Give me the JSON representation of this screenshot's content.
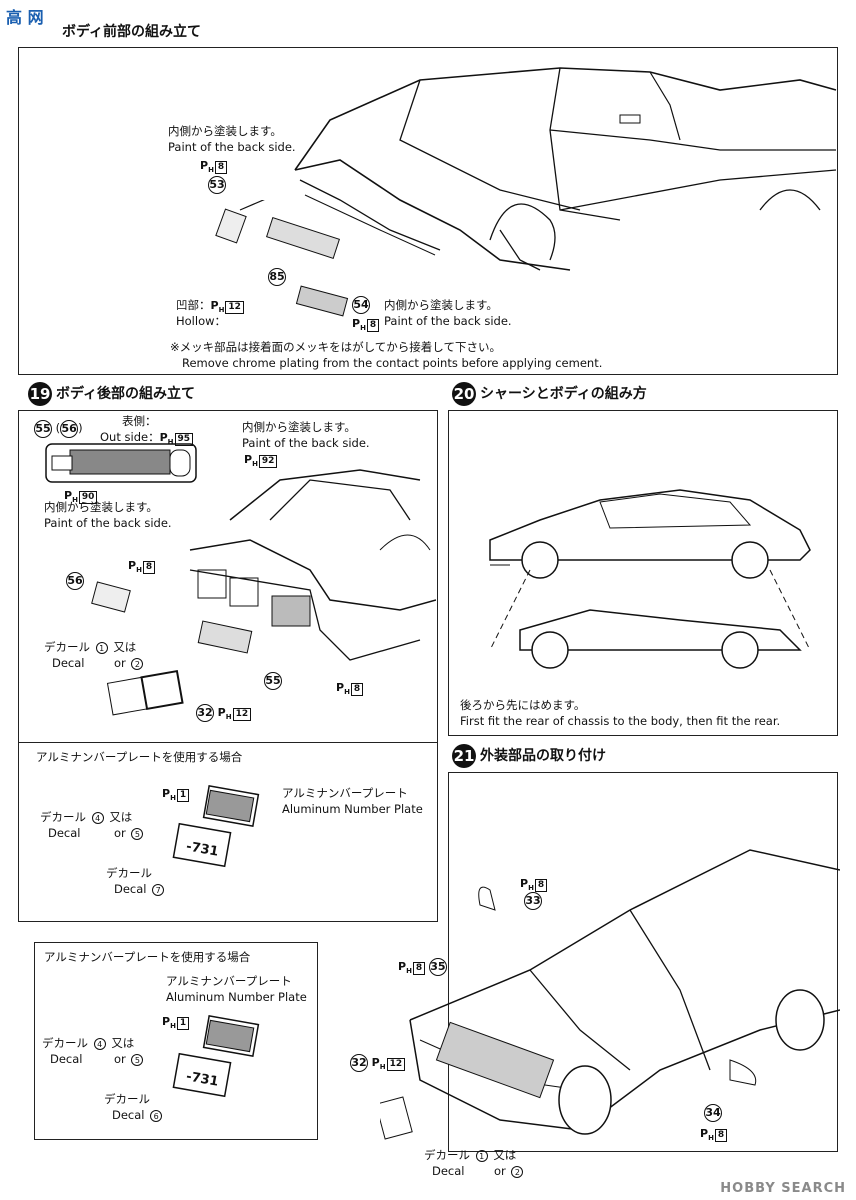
{
  "corner_logo": "高 网",
  "watermark": "HOBBY SEARCH",
  "step18": {
    "title": "ボディ前部の組み立て",
    "note1_ja": "内側から塗装します。",
    "note1_en": "Paint of the back side.",
    "ph1": "8",
    "part53": "53",
    "part85": "85",
    "hollow_ja": "凹部：",
    "hollow_en": "Hollow：",
    "ph_hollow": "12",
    "part54": "54",
    "note2_ja": "内側から塗装します。",
    "note2_en": "Paint of the back side.",
    "ph2": "8",
    "chrome_ja": "※メッキ部品は接着面のメッキをはがしてから接着して下さい。",
    "chrome_en": "Remove chrome plating from the contact points before applying cement."
  },
  "step19": {
    "number": "19",
    "title": "ボディ後部の組み立て",
    "parts_label": "55",
    "parts_alt": "56",
    "outside_ja": "表側：",
    "outside_en": "Out side：",
    "ph_out": "95",
    "back_ja": "内側から塗装します。",
    "back_en": "Paint of the back side.",
    "ph_92": "92",
    "ph_90": "90",
    "back2_ja": "内側から塗装します。",
    "back2_en": "Paint of the back side.",
    "ph_8a": "8",
    "part56": "56",
    "decal_ja": "デカール",
    "decal_en": "Decal",
    "decal_1": "1",
    "or_ja": "又は",
    "or_en": "or",
    "decal_2": "2",
    "part55": "55",
    "ph_8b": "8",
    "part32": "32",
    "ph_12": "12"
  },
  "alu1": {
    "title": "アルミナンバープレートを使用する場合",
    "ph": "1",
    "plate_ja": "アルミナンバープレート",
    "plate_en": "Aluminum Number Plate",
    "decal_ja": "デカール",
    "decal_en": "Decal",
    "d4": "4",
    "or_ja": "又は",
    "or_en": "or",
    "d5": "5",
    "d7": "7",
    "plate_num": "-731"
  },
  "step20": {
    "number": "20",
    "title": "シャーシとボディの組み方",
    "note_ja": "後ろから先にはめます。",
    "note_en": "First fit the rear of chassis to the body, then fit the rear."
  },
  "step21": {
    "number": "21",
    "title": "外装部品の取り付け",
    "ph_33": "8",
    "part33": "33",
    "ph_35": "8",
    "part35": "35",
    "part32": "32",
    "ph_32": "12",
    "part34": "34",
    "ph_34": "8",
    "decal_ja": "デカール",
    "decal_en": "Decal",
    "d1": "1",
    "or_ja": "又は",
    "or_en": "or",
    "d2": "2"
  },
  "alu2": {
    "title": "アルミナンバープレートを使用する場合",
    "plate_ja": "アルミナンバープレート",
    "plate_en": "Aluminum Number Plate",
    "ph": "1",
    "decal_ja": "デカール",
    "decal_en": "Decal",
    "d4": "4",
    "or_ja": "又は",
    "or_en": "or",
    "d5": "5",
    "d6": "6",
    "plate_num": "-731"
  }
}
